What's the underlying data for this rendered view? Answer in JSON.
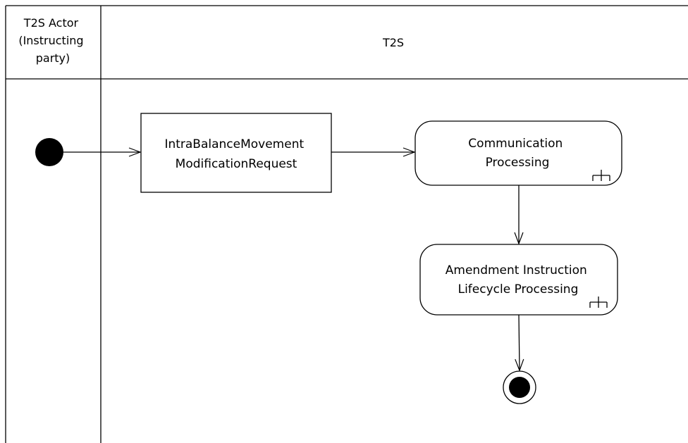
{
  "lanes": [
    {
      "title_lines": [
        "T2S Actor",
        "(Instructing",
        "party)"
      ]
    },
    {
      "title_lines": [
        "T2S"
      ]
    }
  ],
  "nodes": {
    "request": {
      "lines": [
        "IntraBalanceMovement",
        "ModificationRequest"
      ]
    },
    "communication": {
      "lines": [
        "Communication",
        "Processing"
      ]
    },
    "amendment": {
      "lines": [
        "Amendment Instruction",
        "Lifecycle Processing"
      ]
    }
  },
  "colors": {
    "line": "#000000",
    "background": "#ffffff"
  }
}
